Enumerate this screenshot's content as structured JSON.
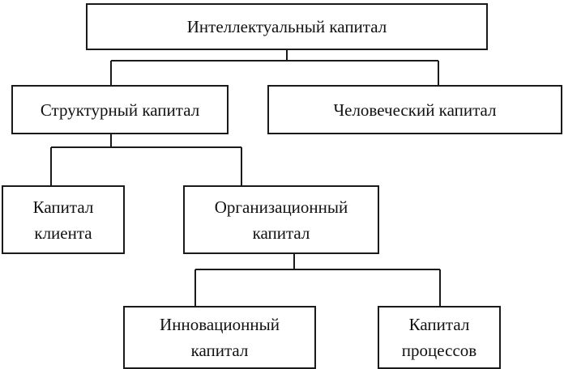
{
  "diagram": {
    "root": {
      "label": "Интеллектуальный капитал"
    },
    "structural": {
      "label": "Структурный капитал"
    },
    "human": {
      "label": "Человеческий капитал"
    },
    "client": {
      "line1": "Капитал",
      "line2": "клиента"
    },
    "organizational": {
      "line1": "Организационный",
      "line2": "капитал"
    },
    "innovation": {
      "line1": "Инновационный",
      "line2": "капитал"
    },
    "process": {
      "line1": "Капитал",
      "line2": "процессов"
    }
  },
  "colors": {
    "line": "#1a1a1a",
    "background": "#ffffff",
    "text": "#111111"
  }
}
